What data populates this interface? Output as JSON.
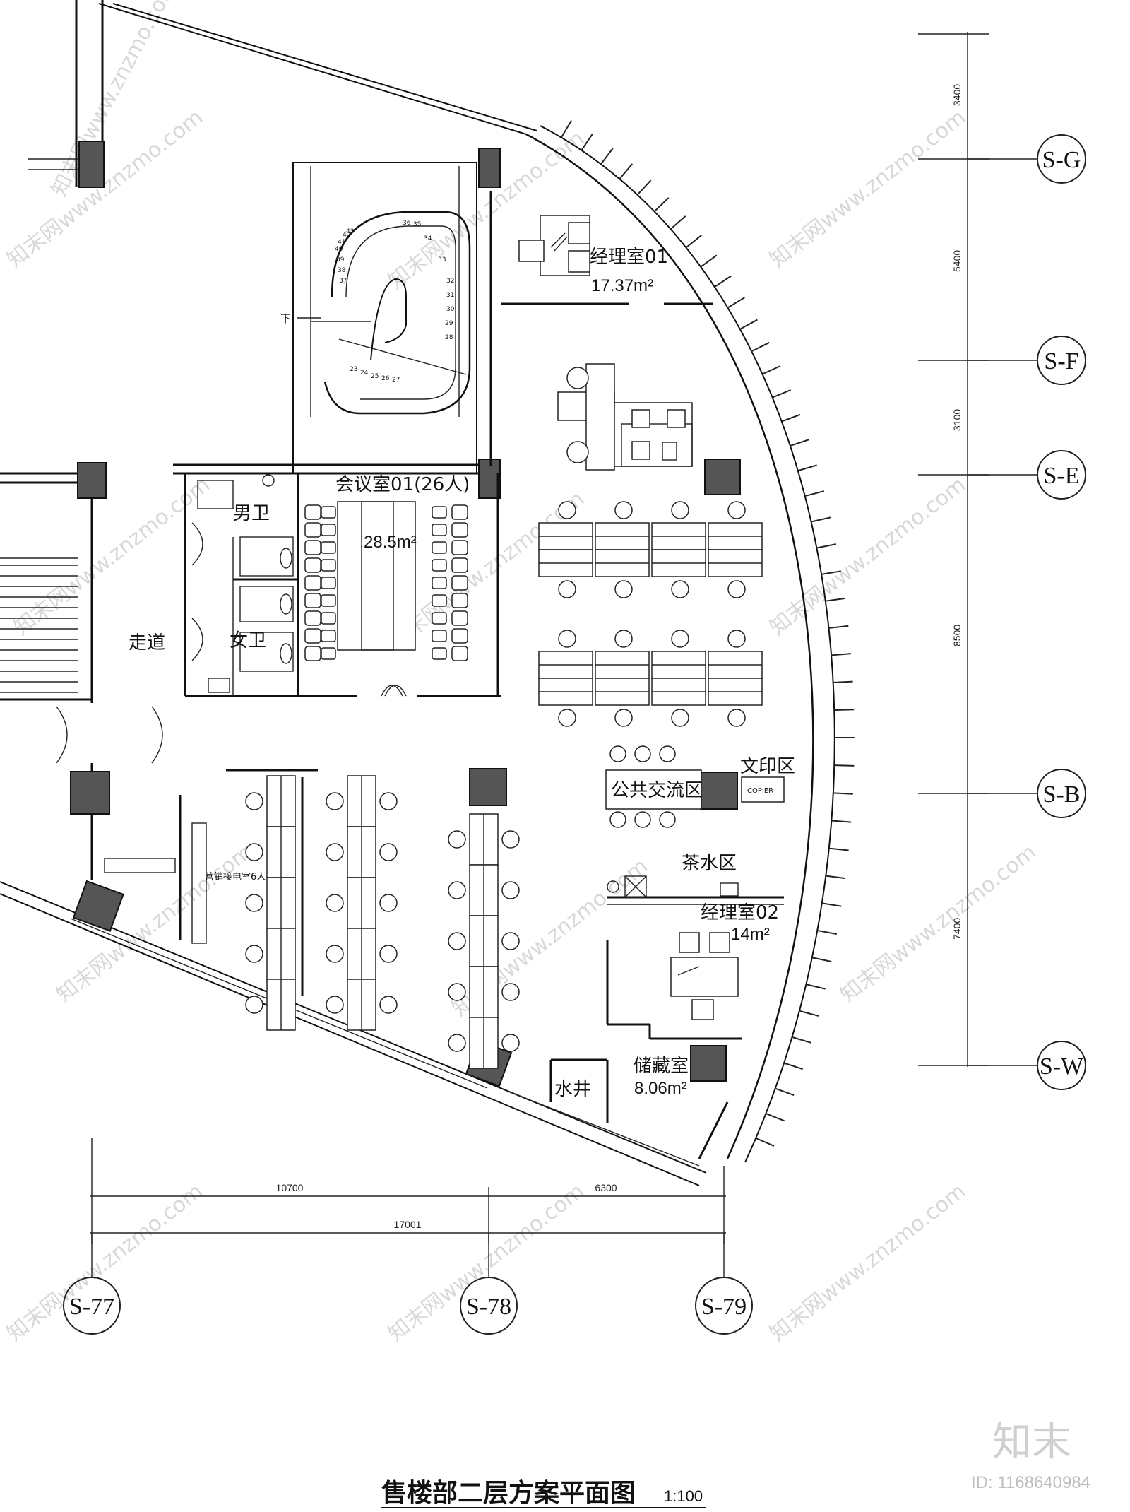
{
  "title": "售楼部二层方案平面图",
  "scale": "1:100",
  "watermark": {
    "text": "知末网www.znzmo.com",
    "brand": "知末",
    "id": "ID: 1168640984"
  },
  "rooms": {
    "manager_office_01": {
      "name": "经理室01",
      "area": "17.37m²"
    },
    "meeting_room_01": {
      "name": "会议室01(26人)",
      "area": "28.5m²"
    },
    "mens_toilet": {
      "name": "男卫"
    },
    "womens_toilet": {
      "name": "女卫"
    },
    "corridor": {
      "name": "走道"
    },
    "sales_reception": {
      "name": "营销接电室6人"
    },
    "public_exchange": {
      "name": "公共交流区"
    },
    "print_area": {
      "name": "文印区"
    },
    "tea_area": {
      "name": "茶水区"
    },
    "manager_office_02": {
      "name": "经理室02",
      "area": "14m²"
    },
    "storage": {
      "name": "储藏室",
      "area": "8.06m²"
    },
    "water_shaft": {
      "name": "水井"
    },
    "stair_down": {
      "name": "下"
    },
    "copier_label": "COPIER"
  },
  "dimensions": {
    "bottom_segments": [
      "10700",
      "6300"
    ],
    "bottom_total": "17001",
    "right_segments": [
      "3400",
      "5400",
      "3100",
      "8500",
      "7400"
    ]
  },
  "axes": {
    "bottom": [
      "S-77",
      "S-78",
      "S-79"
    ],
    "right": [
      "S-G",
      "S-F",
      "S-E",
      "S-B",
      "S-W"
    ]
  },
  "stair_numbers": [
    "23",
    "24",
    "25",
    "26",
    "27",
    "28",
    "29",
    "30",
    "31",
    "32",
    "33",
    "34",
    "35",
    "36",
    "37",
    "38",
    "39",
    "40",
    "41",
    "42",
    "43"
  ]
}
